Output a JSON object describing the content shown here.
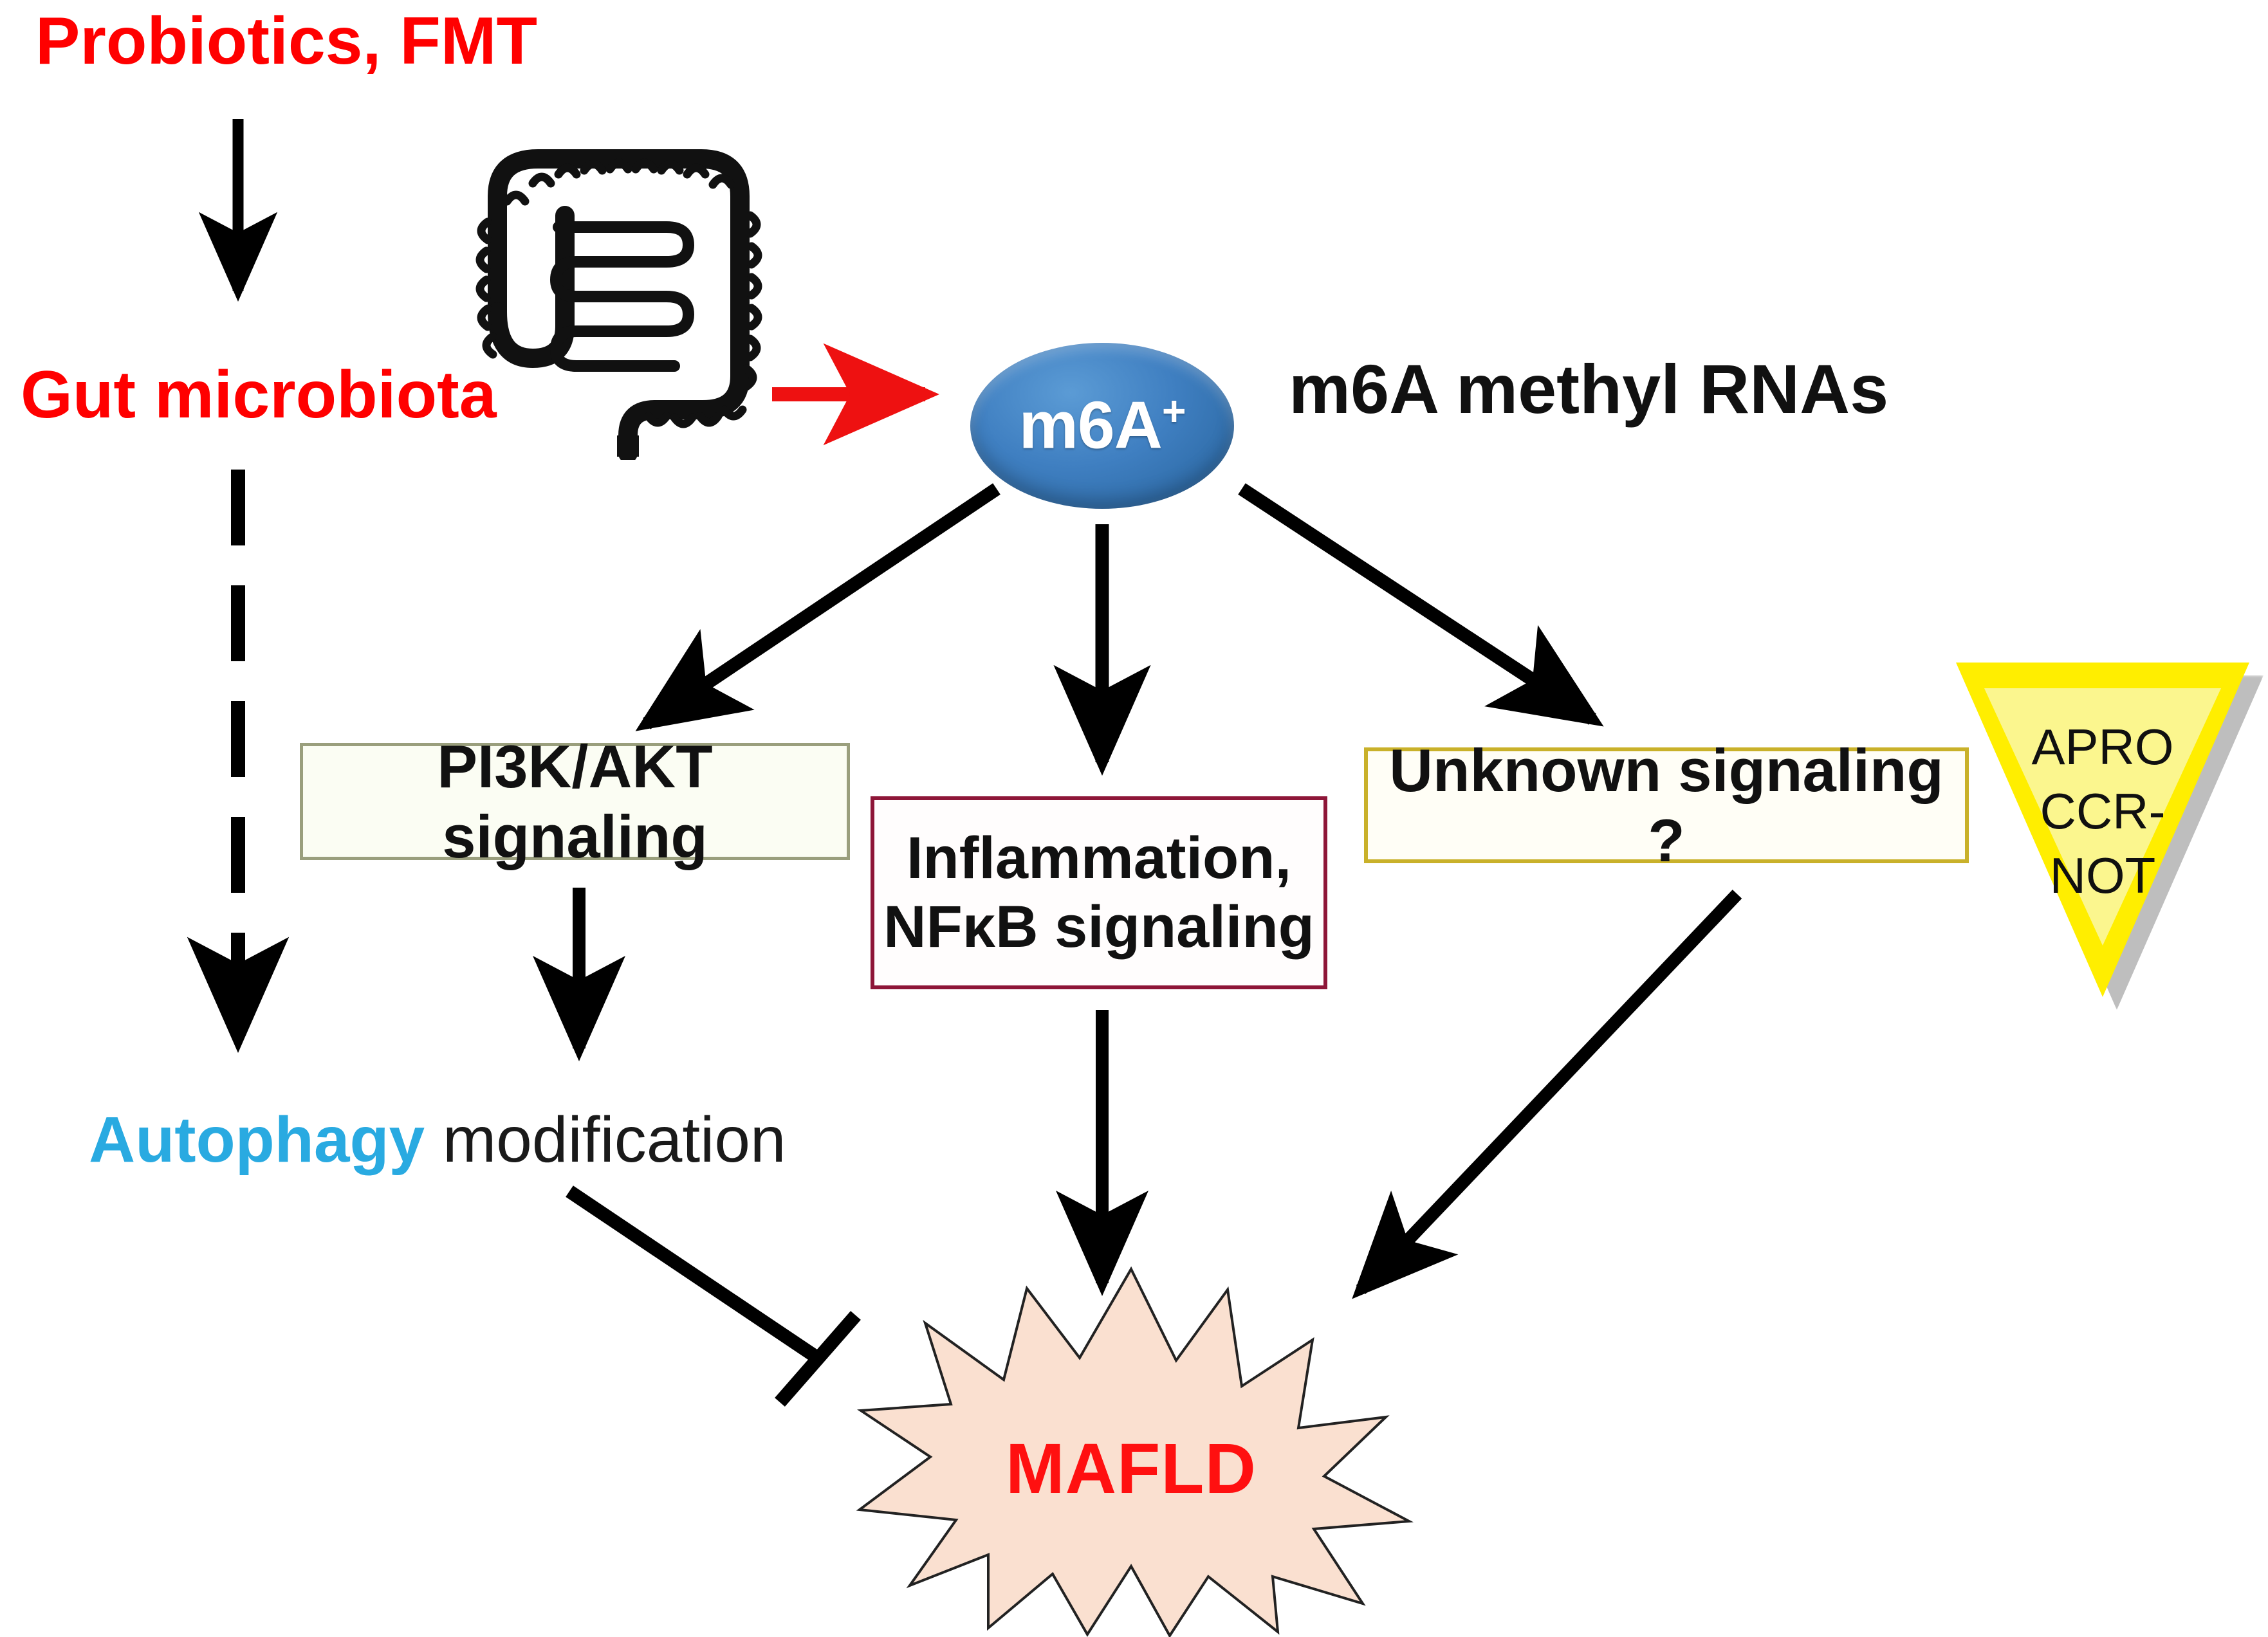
{
  "diagram": {
    "title_text": null,
    "background": "#ffffff",
    "colors": {
      "red_text": "#ff0000",
      "cyan_text": "#29aae1",
      "m6a_blue": "#3f7fc1",
      "mafld_red": "#ff1010",
      "mafld_fill": "#fae0d0",
      "triangle_yellow": "#ffee00",
      "triangle_inner": "#fbf68e",
      "pi3k_border": "#9a9f7d",
      "inflammation_border": "#8e1638",
      "unknown_border": "#c9b12a",
      "arrow_black": "#000000",
      "arrow_red": "#ee1111"
    },
    "nodes": {
      "probiotics": {
        "label": "Probiotics, FMT"
      },
      "gut_microbiota": {
        "label": "Gut microbiota"
      },
      "colon": {
        "icon": "intestine-colon-icon"
      },
      "m6a_ellipse": {
        "label": "m6A",
        "superscript": "+"
      },
      "m6a_rnas": {
        "label": "m6A methyl RNAs"
      },
      "pi3k": {
        "label": "PI3K/AKT signaling"
      },
      "inflammation": {
        "line1": "Inflammation,",
        "line2": "NFκB signaling"
      },
      "unknown": {
        "label": "Unknown signaling ?"
      },
      "apro_triangle": {
        "line1": "APRO",
        "line2": "CCR-",
        "line3": "NOT"
      },
      "autophagy": {
        "highlight": "Autophagy",
        "rest": " modification"
      },
      "mafld": {
        "label": "MAFLD"
      }
    },
    "edges": [
      {
        "id": "probiotics-to-gut",
        "from": "probiotics",
        "to": "gut_microbiota",
        "style": "solid",
        "head": "arrow",
        "color": "#000000"
      },
      {
        "id": "gut-to-autophagy",
        "from": "gut_microbiota",
        "to": "autophagy",
        "style": "dashed",
        "head": "arrow",
        "color": "#000000"
      },
      {
        "id": "colon-to-m6a",
        "from": "colon",
        "to": "m6a_ellipse",
        "style": "solid",
        "head": "arrow",
        "color": "#ee1111"
      },
      {
        "id": "m6a-to-pi3k",
        "from": "m6a_ellipse",
        "to": "pi3k",
        "style": "solid",
        "head": "arrow",
        "color": "#000000"
      },
      {
        "id": "m6a-to-inflammation",
        "from": "m6a_ellipse",
        "to": "inflammation",
        "style": "solid",
        "head": "arrow",
        "color": "#000000"
      },
      {
        "id": "m6a-to-unknown",
        "from": "m6a_ellipse",
        "to": "unknown",
        "style": "solid",
        "head": "arrow",
        "color": "#000000"
      },
      {
        "id": "pi3k-to-autophagy",
        "from": "pi3k",
        "to": "autophagy",
        "style": "solid",
        "head": "arrow",
        "color": "#000000"
      },
      {
        "id": "inflammation-to-mafld",
        "from": "inflammation",
        "to": "mafld",
        "style": "solid",
        "head": "arrow",
        "color": "#000000"
      },
      {
        "id": "unknown-to-mafld",
        "from": "unknown",
        "to": "mafld",
        "style": "solid",
        "head": "arrow",
        "color": "#000000"
      },
      {
        "id": "autophagy-inhibits-mafld",
        "from": "autophagy",
        "to": "mafld",
        "style": "solid",
        "head": "t-bar",
        "color": "#000000"
      }
    ]
  }
}
